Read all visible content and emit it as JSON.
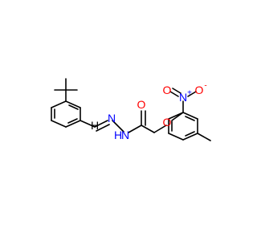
{
  "atoms": {
    "n_imine": {
      "label": "N",
      "color": "#0000ff"
    },
    "n_amide": {
      "label": "N",
      "color": "#0000ff"
    },
    "h_amide": {
      "label": "H",
      "color": "#0000ff"
    },
    "h_imine": {
      "label": "H",
      "color": "#000000"
    },
    "o_carbonyl": {
      "label": "O",
      "color": "#ff0000"
    },
    "o_ether": {
      "label": "O",
      "color": "#ff0000"
    },
    "n_nitro": {
      "label": "N",
      "color": "#0000ff"
    },
    "n_nitro_charge": {
      "label": "+",
      "color": "#0000ff"
    },
    "o_nitro": {
      "label": "O",
      "color": "#ff0000"
    },
    "o_nitro_charge": {
      "label": "-",
      "color": "#ff0000"
    }
  }
}
